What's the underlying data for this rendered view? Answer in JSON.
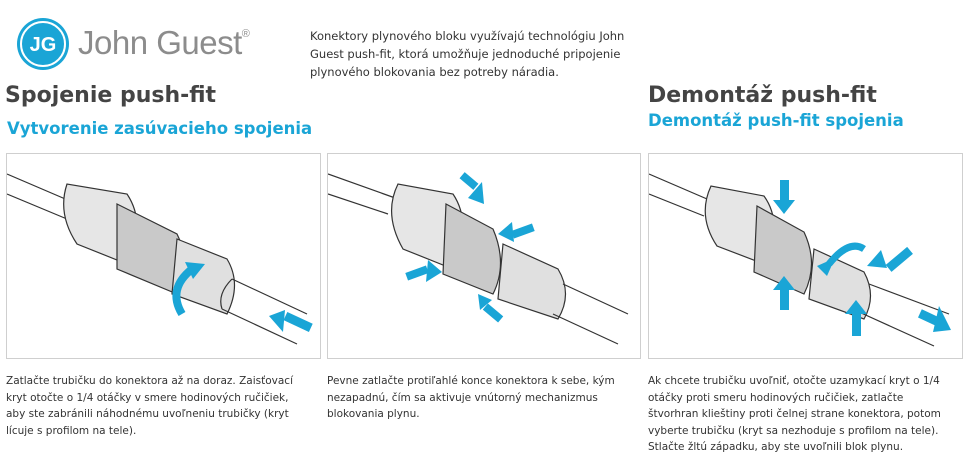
{
  "brand": {
    "name": "John Guest",
    "mark": "®",
    "logo_text": "JG",
    "color": "#1aa5d6"
  },
  "intro": "Konektory plynového bloku využívajú technológiu John Guest push-fit, ktorá umožňuje jednoduché pripojenie plynového blokovania bez potreby náradia.",
  "left_section": {
    "title": "Spojenie push-fit",
    "subtitle": "Vytvorenie zasúvacieho spojenia"
  },
  "right_section": {
    "title": "Demontáž push-fit",
    "subtitle": "Demontáž push-fit spojenia"
  },
  "steps": [
    {
      "caption": "Zatlačte trubičku do konektora až na doraz. Zaisťovací kryt otočte o 1/4 otáčky v smere hodinových ručičiek, aby ste zabránili náhodnému uvoľneniu trubičky (kryt lícuje s profilom na tele)."
    },
    {
      "caption": "Pevne zatlačte protiľahlé konce konektora k sebe, kým nezapadnú, čím sa aktivuje vnútorný mechanizmus blokovania plynu."
    },
    {
      "caption": "Ak chcete trubičku uvoľniť, otočte uzamykací kryt o 1/4 otáčky proti smeru hodinových ručičiek, zatlačte štvorhran klieštiny proti čelnej strane konektora, potom vyberte trubičku (kryt sa nezhoduje s profilom na tele). Stlačte žltú západku, aby ste uvoľnili blok plynu."
    }
  ],
  "icons": {
    "arrow": "blue-arrow-icon",
    "rotate": "rotate-arrow-icon"
  }
}
